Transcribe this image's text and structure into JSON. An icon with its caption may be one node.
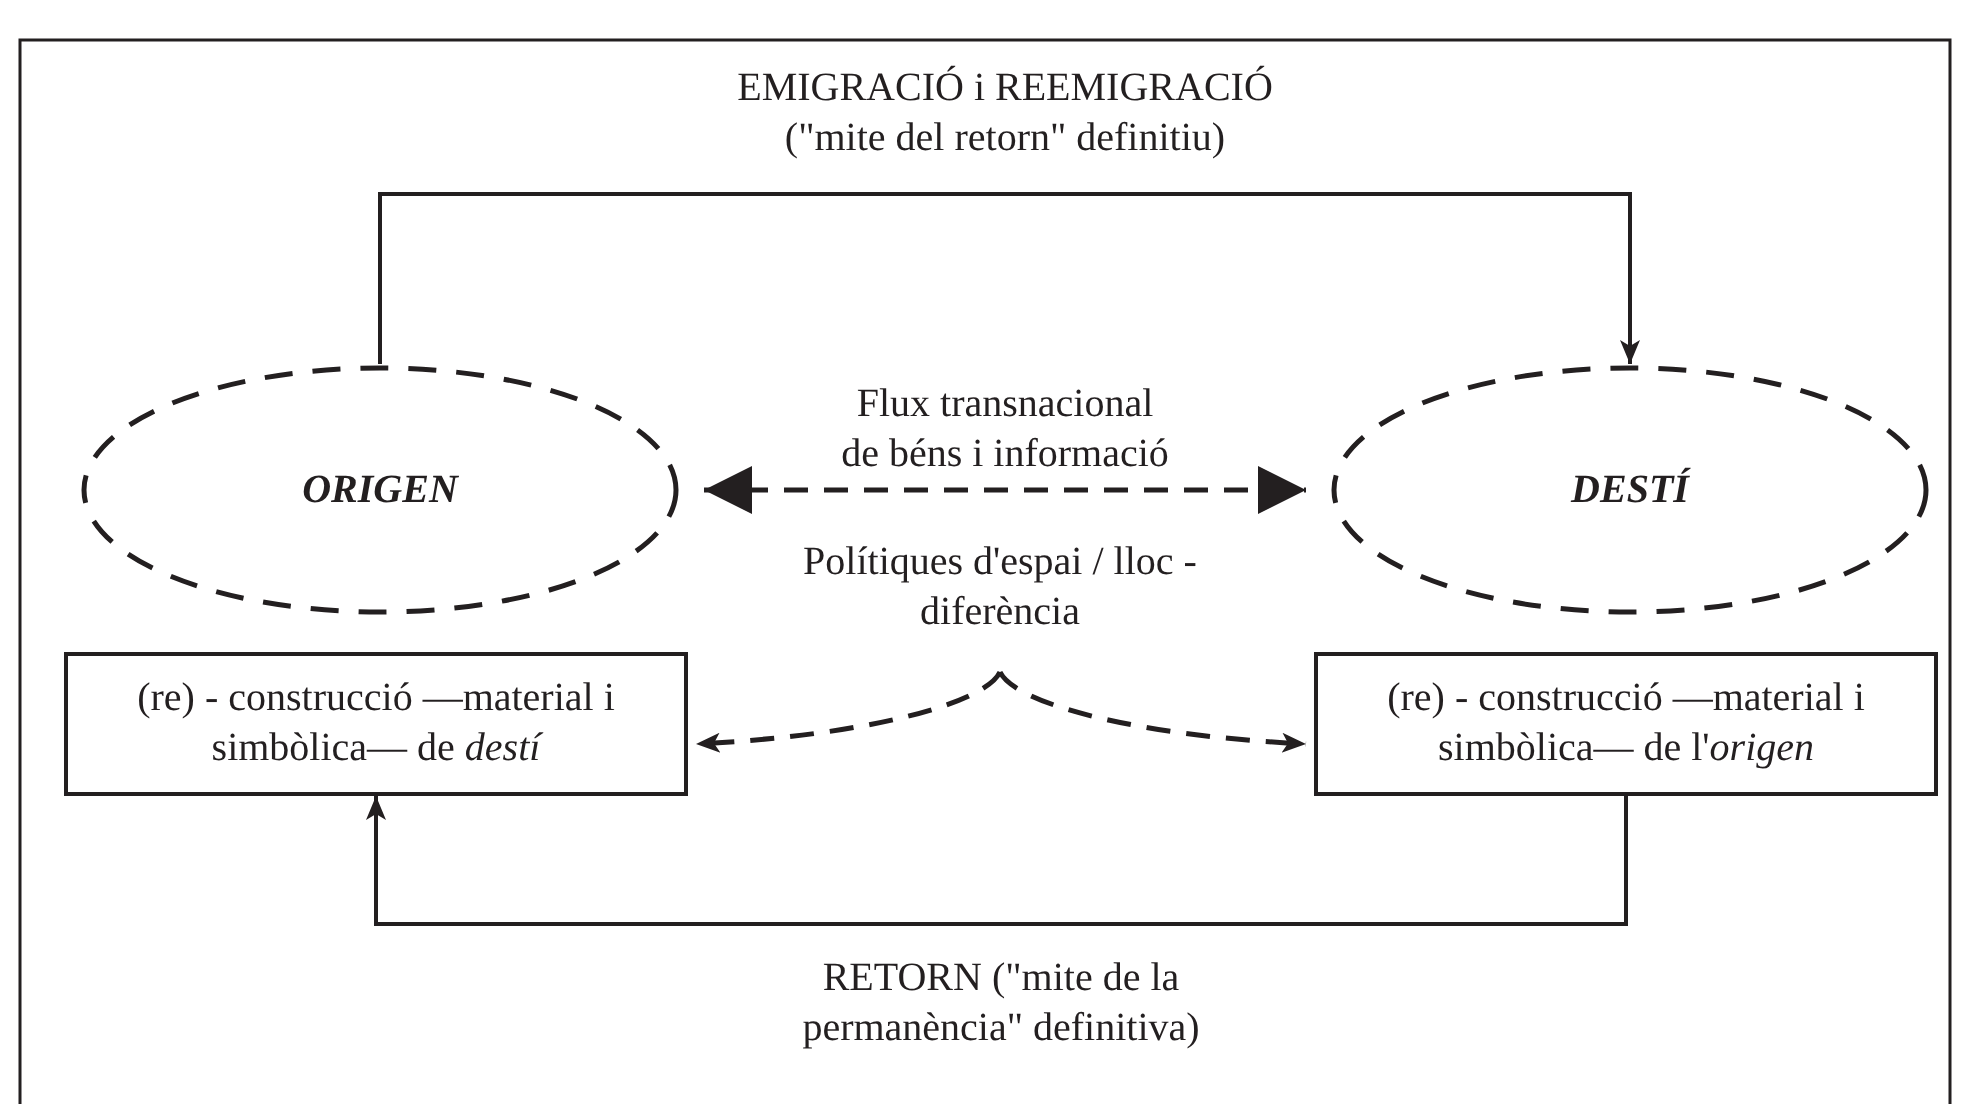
{
  "diagram": {
    "nodes": [
      {
        "text": [
          "ORIGEN"
        ]
      },
      {
        "text": [
          "DESTÍ"
        ]
      },
      {
        "text": [
          "(re) - construcció —material i simbòlica— de *destí*"
        ]
      },
      {
        "text": [
          "(re) - construcció —material i simbòlica— de l'*origen*"
        ]
      },
      {
        "text": [
          "Polítiques d'espai / lloc - diferència"
        ]
      }
    ],
    "edges": [
      {
        "from": 0,
        "to": 1,
        "arrow": "to",
        "label": "EMIGRACIÓ i REEMIGRACIÓ (\"mite del retorn\" definitiu)"
      },
      {
        "from": 0,
        "to": 1,
        "arrow": "both",
        "style": "dashed",
        "label": "Flux transnacional de béns i informació"
      },
      {
        "from": 4,
        "to": 2,
        "arrow": "to",
        "style": "dashed"
      },
      {
        "from": 4,
        "to": 3,
        "arrow": "to",
        "style": "dashed"
      },
      {
        "from": 3,
        "to": 2,
        "arrow": "to",
        "label": "RETORN (\"mite de la permanència\" definitiva)"
      }
    ]
  }
}
